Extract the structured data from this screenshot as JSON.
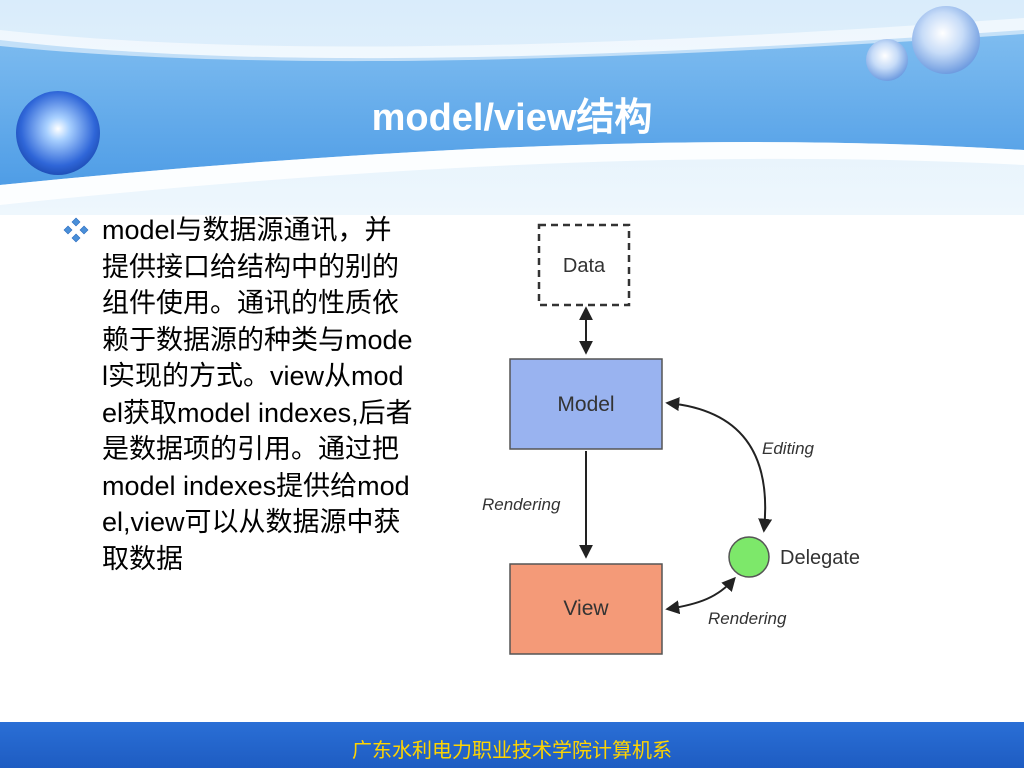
{
  "slide": {
    "title": "model/view结构",
    "bullet_text": "model与数据源通讯，并提供接口给结构中的别的组件使用。通讯的性质依赖于数据源的种类与model实现的方式。view从model获取model indexes,后者是数据项的引用。通过把model indexes提供给model,view可以从数据源中获取数据",
    "footer": "广东水利电力职业技术学院计算机系"
  },
  "diagram": {
    "nodes": {
      "data": "Data",
      "model": "Model",
      "view": "View",
      "delegate": "Delegate"
    },
    "edges": {
      "model_view": "Rendering",
      "model_delegate": "Editing",
      "delegate_view": "Rendering"
    }
  },
  "colors": {
    "title_text": "#ffffff",
    "footer_bg": "#1e5cc2",
    "footer_text": "#ffd400",
    "model_fill": "#99b3f0",
    "view_fill": "#f49a78",
    "delegate_fill": "#7de86a",
    "bullet_icon": "#4a8fd8"
  },
  "icons": {
    "bullet": "four-diamond-bullet-icon",
    "orbs": "decorative-sphere-icon"
  }
}
